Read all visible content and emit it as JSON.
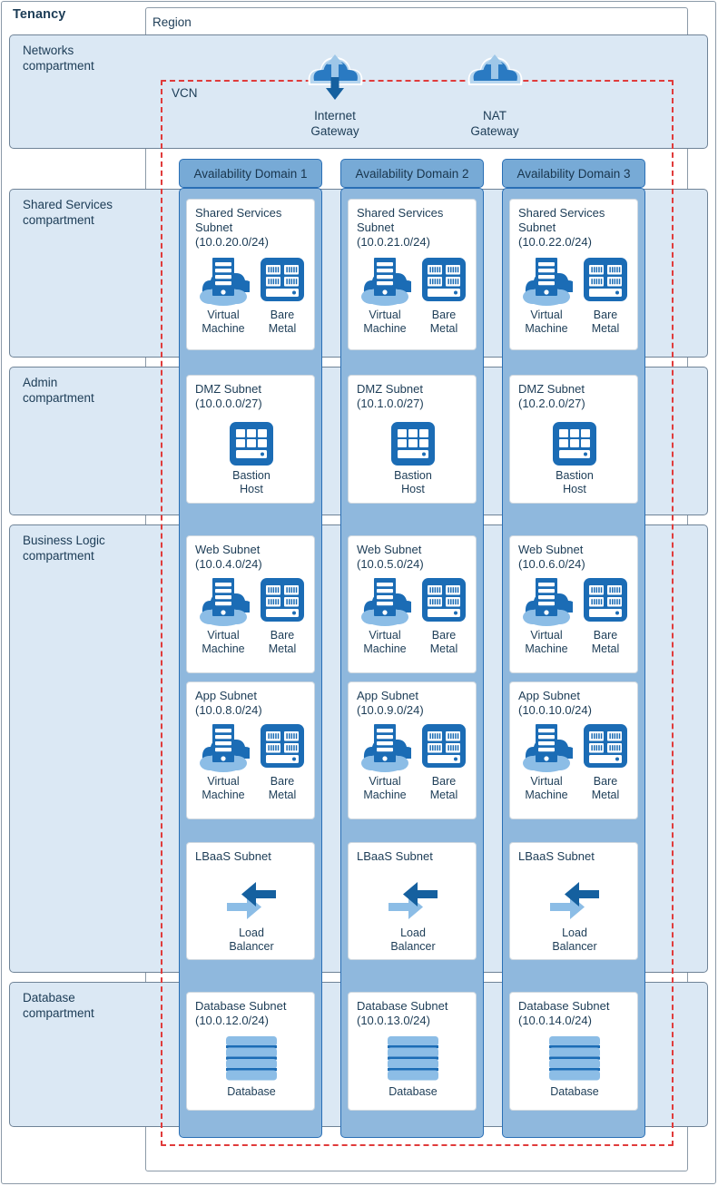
{
  "diagram": {
    "tenancy_label": "Tenancy",
    "region_label": "Region",
    "vcn_label": "VCN"
  },
  "colors": {
    "compartment_fill": "#dbe8f4",
    "compartment_border": "#6f8397",
    "ad_fill": "#8fb8dd",
    "ad_header_fill": "#77aad6",
    "ad_border": "#2a6fb5",
    "vcn_dashed": "#e03b3b",
    "icon_dark_blue": "#1b6cb5",
    "icon_light_blue": "#8cbde6",
    "text": "#1c3c56"
  },
  "gateways": [
    {
      "name": "internet-gateway",
      "label": "Internet\nGateway",
      "arrows": "up-down"
    },
    {
      "name": "nat-gateway",
      "label": "NAT\nGateway",
      "arrows": "up"
    }
  ],
  "availability_domains": [
    {
      "label": "Availability Domain 1"
    },
    {
      "label": "Availability Domain 2"
    },
    {
      "label": "Availability Domain 3"
    }
  ],
  "compartments": [
    {
      "name": "networks",
      "label": "Networks\ncompartment"
    },
    {
      "name": "shared-services",
      "label": "Shared Services\ncompartment"
    },
    {
      "name": "admin",
      "label": "Admin\ncompartment"
    },
    {
      "name": "business-logic",
      "label": "Business Logic\ncompartment"
    },
    {
      "name": "database",
      "label": "Database\ncompartment"
    }
  ],
  "subnets": {
    "shared_services": [
      {
        "title": "Shared Services\nSubnet\n(10.0.20.0/24)",
        "icons": [
          "virtual-machine",
          "bare-metal"
        ]
      },
      {
        "title": "Shared Services\nSubnet\n(10.0.21.0/24)",
        "icons": [
          "virtual-machine",
          "bare-metal"
        ]
      },
      {
        "title": "Shared Services\nSubnet\n(10.0.22.0/24)",
        "icons": [
          "virtual-machine",
          "bare-metal"
        ]
      }
    ],
    "dmz": [
      {
        "title": "DMZ Subnet\n(10.0.0.0/27)",
        "icons": [
          "bastion-host"
        ]
      },
      {
        "title": "DMZ Subnet\n(10.1.0.0/27)",
        "icons": [
          "bastion-host"
        ]
      },
      {
        "title": "DMZ Subnet\n(10.2.0.0/27)",
        "icons": [
          "bastion-host"
        ]
      }
    ],
    "web": [
      {
        "title": "Web Subnet\n(10.0.4.0/24)",
        "icons": [
          "virtual-machine",
          "bare-metal"
        ]
      },
      {
        "title": "Web Subnet\n(10.0.5.0/24)",
        "icons": [
          "virtual-machine",
          "bare-metal"
        ]
      },
      {
        "title": "Web Subnet\n(10.0.6.0/24)",
        "icons": [
          "virtual-machine",
          "bare-metal"
        ]
      }
    ],
    "app": [
      {
        "title": "App Subnet\n(10.0.8.0/24)",
        "icons": [
          "virtual-machine",
          "bare-metal"
        ]
      },
      {
        "title": "App Subnet\n(10.0.9.0/24)",
        "icons": [
          "virtual-machine",
          "bare-metal"
        ]
      },
      {
        "title": "App Subnet\n(10.0.10.0/24)",
        "icons": [
          "virtual-machine",
          "bare-metal"
        ]
      }
    ],
    "lbaas": [
      {
        "title": "LBaaS Subnet",
        "icons": [
          "load-balancer"
        ]
      },
      {
        "title": "LBaaS Subnet",
        "icons": [
          "load-balancer"
        ]
      },
      {
        "title": "LBaaS Subnet",
        "icons": [
          "load-balancer"
        ]
      }
    ],
    "database": [
      {
        "title": "Database Subnet\n(10.0.12.0/24)",
        "icons": [
          "database"
        ]
      },
      {
        "title": "Database Subnet\n(10.0.13.0/24)",
        "icons": [
          "database"
        ]
      },
      {
        "title": "Database Subnet\n(10.0.14.0/24)",
        "icons": [
          "database"
        ]
      }
    ]
  },
  "icon_captions": {
    "virtual-machine": "Virtual\nMachine",
    "bare-metal": "Bare\nMetal",
    "bastion-host": "Bastion\nHost",
    "load-balancer": "Load\nBalancer",
    "database": "Database"
  }
}
